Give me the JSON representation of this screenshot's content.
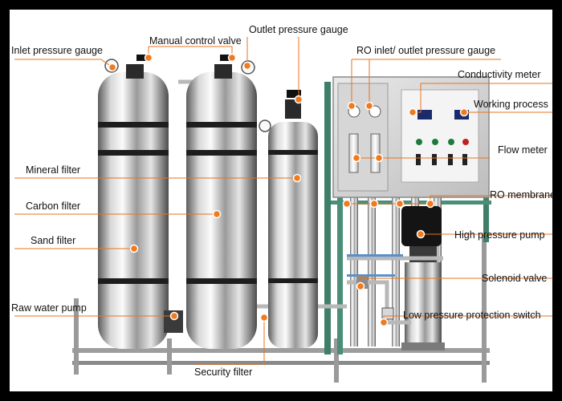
{
  "labels": {
    "inlet_pressure_gauge": "Inlet pressure gauge",
    "manual_control_valve": "Manual control valve",
    "outlet_pressure_gauge": "Outlet pressure gauge",
    "ro_inlet_outlet_pressure_gauge": "RO inlet/ outlet pressure gauge",
    "conductivity_meter": "Conductivity meter",
    "working_process": "Working process",
    "flow_meter": "Flow meter",
    "ro_membrane": "RO membrane",
    "high_pressure_pump": "High pressure pump",
    "solenoid_valve": "Solenoid valve",
    "low_pressure_protection_switch": "Low pressure protection switch",
    "mineral_filter": "Mineral filter",
    "carbon_filter": "Carbon filter",
    "sand_filter": "Sand filter",
    "raw_water_pump": "Raw water pump",
    "security_filter": "Security filter"
  },
  "colors": {
    "leader_line": "#e8731f",
    "marker": "#f07a1e",
    "frame": "#000000",
    "steel_light": "#f2f2f2",
    "steel_dark": "#6e6e6e"
  }
}
